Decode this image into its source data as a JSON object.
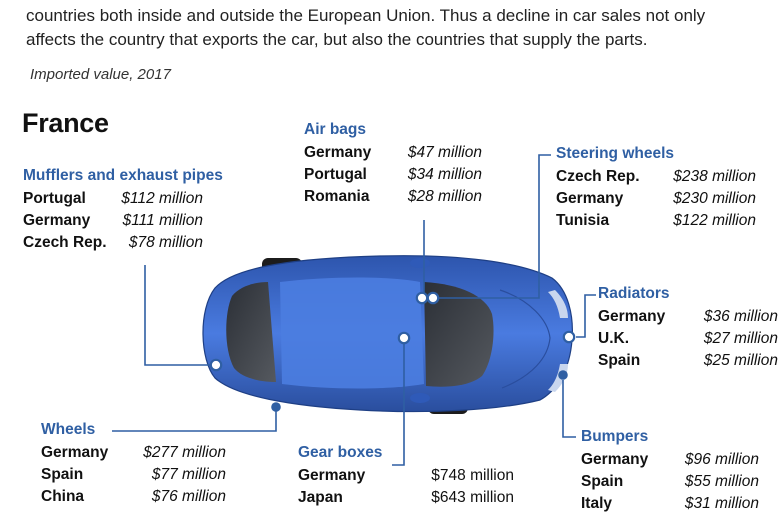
{
  "intro": {
    "line1": "countries both inside and outside the European Union. Thus a decline in car sales not only",
    "line2": "affects the country that exports the car, but also the countries that supply the parts."
  },
  "subtitle": "Imported value, 2017",
  "country": "France",
  "colors": {
    "part_heading": "#2f5fa3",
    "car_body": "#3a67c4",
    "leader_line": "#2f5fa3"
  },
  "parts": {
    "mufflers": {
      "title": "Mufflers and exhaust pipes",
      "rows": [
        {
          "country": "Portugal",
          "value": "$112 million"
        },
        {
          "country": "Germany",
          "value": "$111 million"
        },
        {
          "country": "Czech Rep.",
          "value": "$78 million"
        }
      ]
    },
    "airbags": {
      "title": "Air bags",
      "rows": [
        {
          "country": "Germany",
          "value": "$47 million"
        },
        {
          "country": "Portugal",
          "value": "$34 million"
        },
        {
          "country": "Romania",
          "value": "$28 million"
        }
      ]
    },
    "steering": {
      "title": "Steering wheels",
      "rows": [
        {
          "country": "Czech Rep.",
          "value": "$238 million"
        },
        {
          "country": "Germany",
          "value": "$230 million"
        },
        {
          "country": "Tunisia",
          "value": "$122 million"
        }
      ]
    },
    "radiators": {
      "title": "Radiators",
      "rows": [
        {
          "country": "Germany",
          "value": "$36 million"
        },
        {
          "country": "U.K.",
          "value": "$27 million"
        },
        {
          "country": "Spain",
          "value": "$25 million"
        }
      ]
    },
    "wheels": {
      "title": "Wheels",
      "rows": [
        {
          "country": "Germany",
          "value": "$277 million"
        },
        {
          "country": "Spain",
          "value": "$77 million"
        },
        {
          "country": "China",
          "value": "$76 million"
        }
      ]
    },
    "gearboxes": {
      "title": "Gear boxes",
      "rows": [
        {
          "country": "Germany",
          "value": "$748 million"
        },
        {
          "country": "Japan",
          "value": "$643 million"
        }
      ]
    },
    "bumpers": {
      "title": "Bumpers",
      "rows": [
        {
          "country": "Germany",
          "value": "$96 million"
        },
        {
          "country": "Spain",
          "value": "$55 million"
        },
        {
          "country": "Italy",
          "value": "$31 million"
        }
      ]
    }
  }
}
